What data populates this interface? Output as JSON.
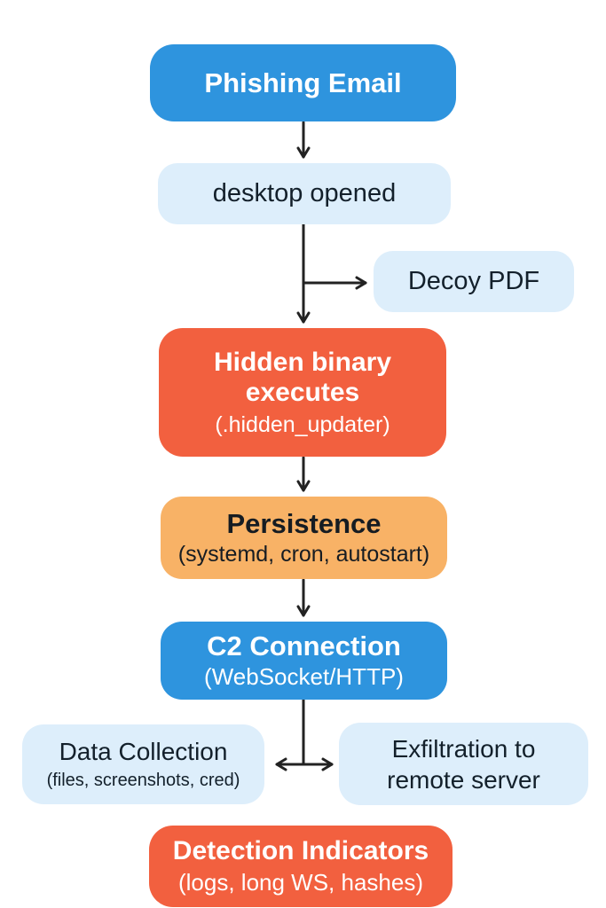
{
  "colors": {
    "bg": "#ffffff",
    "blue": "#2e94de",
    "light_blue": "#ddeefb",
    "red": "#f2603f",
    "orange": "#f8b266",
    "arrow": "#222222"
  },
  "nodes": {
    "phishing_email": {
      "title": "Phishing Email"
    },
    "desktop_opened": {
      "title": "desktop opened"
    },
    "decoy_pdf": {
      "title": "Decoy PDF"
    },
    "hidden_binary": {
      "title": "Hidden binary executes",
      "subtitle": "(.hidden_updater)"
    },
    "persistence": {
      "title": "Persistence",
      "subtitle": "(systemd, cron, autostart)"
    },
    "c2_connection": {
      "title": "C2 Connection",
      "subtitle": "(WebSocket/HTTP)"
    },
    "data_collection": {
      "title": "Data Collection",
      "subtitle": "(files, screenshots, cred)"
    },
    "exfiltration": {
      "title": "Exfiltration to remote server"
    },
    "detection_indicators": {
      "title": "Detection Indicators",
      "subtitle": "(logs, long WS, hashes)"
    }
  }
}
